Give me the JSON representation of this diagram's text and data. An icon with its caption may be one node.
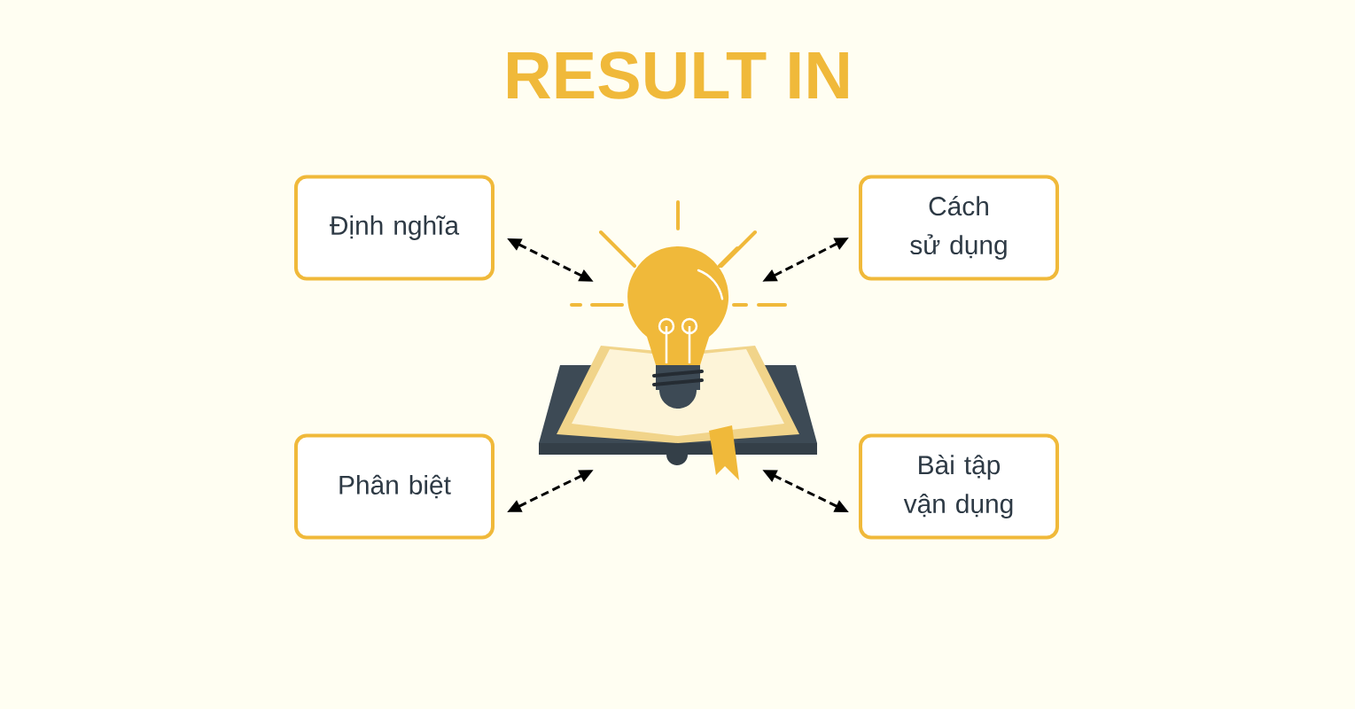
{
  "diagram": {
    "title": "RESULT IN",
    "nodes": [
      {
        "text": [
          "Định nghĩa"
        ]
      },
      {
        "text": [
          "Cách sử dụng"
        ]
      },
      {
        "text": [],
        "shape": "picture"
      },
      {
        "text": [
          "Phân biệt"
        ]
      },
      {
        "text": [
          "Bài tập vận dụng"
        ]
      }
    ],
    "edges": [
      {
        "from": 0,
        "to": 2,
        "arrow": "both",
        "style": "dashed"
      },
      {
        "from": 1,
        "to": 2,
        "arrow": "both",
        "style": "dashed"
      },
      {
        "from": 3,
        "to": 2,
        "arrow": "both",
        "style": "dashed"
      },
      {
        "from": 4,
        "to": 2,
        "arrow": "both",
        "style": "dashed"
      }
    ]
  }
}
